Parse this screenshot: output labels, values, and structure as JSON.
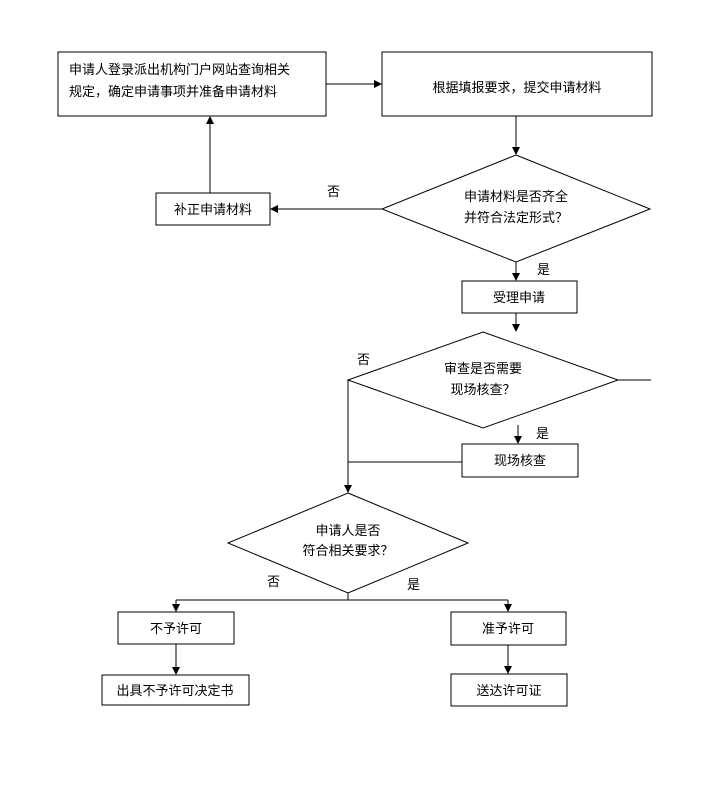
{
  "nodes": {
    "login": {
      "line1": "申请人登录派出机构门户网站查询相关",
      "line2": "规定，确定申请事项并准备申请材料"
    },
    "submit": {
      "label": "根据填报要求，提交申请材料"
    },
    "check_complete": {
      "line1": "申请材料是否齐全",
      "line2": "并符合法定形式？"
    },
    "supplement": {
      "label": "补正申请材料"
    },
    "accept": {
      "label": "受理申请"
    },
    "need_inspection": {
      "line1": "审查是否需要",
      "line2": "现场核查？"
    },
    "inspection": {
      "label": "现场核查"
    },
    "meets_requirements": {
      "line1": "申请人是否",
      "line2": "符合相关要求？"
    },
    "deny": {
      "label": "不予许可"
    },
    "deny_doc": {
      "label": "出具不予许可决定书"
    },
    "grant": {
      "label": "准予许可"
    },
    "deliver_license": {
      "label": "送达许可证"
    }
  },
  "edge_labels": {
    "no_1": "否",
    "yes_1": "是",
    "no_2": "否",
    "yes_2": "是",
    "no_3": "否",
    "yes_3": "是"
  }
}
